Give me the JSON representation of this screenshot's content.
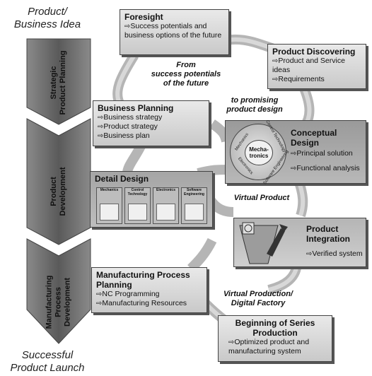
{
  "left_column": {
    "top_label": "Product/\nBusiness Idea",
    "bottom_label": "Successful\nProduct Launch",
    "phases": [
      "Strategic\nProduct Planning",
      "Product\nDevelopment",
      "Manufacturing\nProcess\nDevelopment"
    ]
  },
  "boxes": {
    "foresight": {
      "title": "Foresight",
      "items": [
        "Success potentials and business options of the future"
      ]
    },
    "product_discovering": {
      "title": "Product Discovering",
      "items": [
        "Product and Service ideas",
        "Requirements"
      ]
    },
    "business_planning": {
      "title": "Business Planning",
      "items": [
        "Business strategy",
        "Product strategy",
        "Business plan"
      ]
    },
    "conceptual_design": {
      "title": "Conceptual Design",
      "items": [
        "Principal solution",
        "Functional analysis"
      ],
      "center": "Mecha-\ntronics",
      "ring": [
        "Mechanics",
        "Control Technology",
        "Electronics",
        "Software Engineering"
      ]
    },
    "detail_design": {
      "title": "Detail Design",
      "subs": [
        "Mechanics",
        "Control Technology",
        "Electronics",
        "Software Engineering"
      ]
    },
    "product_integration": {
      "title": "Product\nIntegration",
      "items": [
        "Verified system"
      ]
    },
    "manufacturing_planning": {
      "title": "Manufacturing Process\nPlanning",
      "items": [
        "NC Programming",
        "Manufacturing Resources"
      ]
    },
    "series_production": {
      "title": "Beginning of Series\nProduction",
      "items": [
        "Optimized product and manufacturing system"
      ]
    }
  },
  "flow_labels": {
    "success_potentials": "From\nsuccess potentials\nof the future",
    "promising_design": "to promising\nproduct design",
    "virtual_product": "Virtual Product",
    "virtual_production": "Virtual Production/\nDigital Factory"
  }
}
